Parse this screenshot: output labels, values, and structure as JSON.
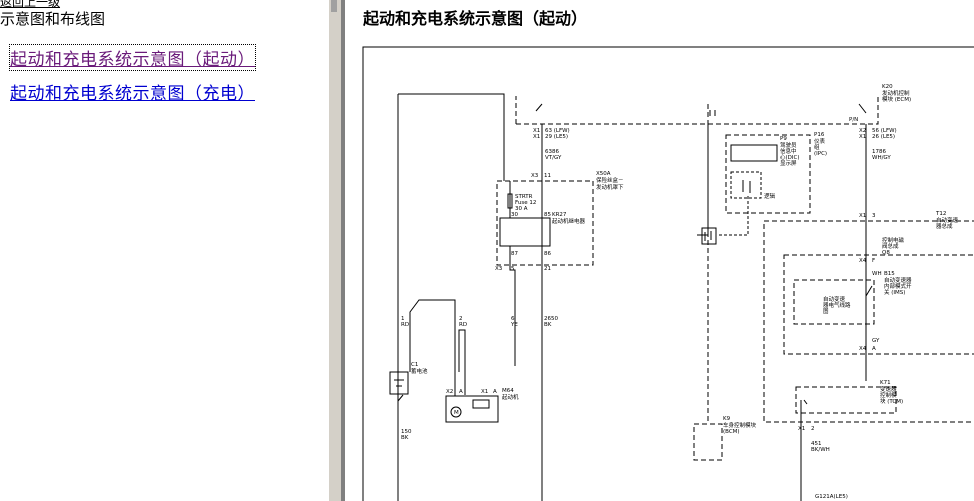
{
  "left_pane": {
    "back_link": "返回上一级",
    "heading": "示意图和布线图",
    "links": [
      {
        "label": "起动和充电系统示意图（起动）"
      },
      {
        "label": "起动和充电系统示意图（充电）"
      }
    ]
  },
  "main": {
    "title": "起动和充电系统示意图（起动）",
    "diagram": {
      "k20": {
        "id": "K20",
        "name1": "发动机控制",
        "name2": "模块 (ECM)"
      },
      "pn": "P/N",
      "left_pins": {
        "x1": "X1",
        "x2": "X1",
        "p1": "63 (LFW)",
        "p2": "29 (LE5)"
      },
      "right_pins": {
        "x1": "X2",
        "x2": "X1",
        "p1": "56 (LFW)",
        "p2": "26 (LE5)"
      },
      "wire_6386": {
        "num": "6386",
        "color": "VT/GY"
      },
      "wire_1786": {
        "num": "1786",
        "color": "WH/GY"
      },
      "x50a": {
        "id": "X50A",
        "name1": "保险丝盒－",
        "name2": "发动机罩下"
      },
      "fuse": {
        "name1": "STRTR",
        "name2": "Fuse 12",
        "name3": "30 A"
      },
      "kr27": {
        "id": "KR27",
        "name": "起动机继电器"
      },
      "pins_x50a": {
        "x3a": "X3",
        "p11": "11",
        "p30": "30",
        "p85": "85",
        "p87": "87",
        "p86": "86",
        "x3b": "X3",
        "p5": "5",
        "p21": "21"
      },
      "p16": {
        "id": "P16",
        "name1": "仪表",
        "name2": "组",
        "name3": "(IPC)"
      },
      "p9": {
        "id": "P9",
        "name1": "驾驶员",
        "name2": "信息中",
        "name3": "心(DIC)",
        "name4": "显示屏"
      },
      "logic": "逻辑",
      "t12": {
        "id": "T12",
        "name1": "自动变速",
        "name2": "器总成"
      },
      "q8": {
        "name1": "控制电磁",
        "name2": "阀总成",
        "id": "Q8"
      },
      "b15": {
        "id": "B15",
        "name1": "自动变速器",
        "name2": "内部模式开",
        "name3": "关 (IMS)"
      },
      "circuit": {
        "name1": "自动变速",
        "name2": "器电气线路",
        "name3": "图"
      },
      "t12_pins": {
        "x1": "X1",
        "p3": "3",
        "x4a": "X4",
        "f": "F",
        "wh": "WH",
        "gy": "GY",
        "x4b": "X4",
        "a": "A"
      },
      "k71": {
        "id": "K71",
        "name1": "变速器",
        "name2": "控制模",
        "name3": "块 (TCM)"
      },
      "k9": {
        "id": "K9",
        "name1": "车身控制模块",
        "name2": "(BCM)"
      },
      "k9_pins": {
        "x1": "X1",
        "p2": "2"
      },
      "wire_451": {
        "num": "451",
        "color": "BK/WH"
      },
      "ground": "G121A(LE5)",
      "c1": {
        "id": "C1",
        "name": "蓄电池"
      },
      "wire_150": {
        "num": "150",
        "color": "BK"
      },
      "wire_1": {
        "num": "1",
        "color": "RD"
      },
      "wire_2": {
        "num": "2",
        "color": "RD"
      },
      "wire_6": {
        "num": "6",
        "color": "YE"
      },
      "wire_2650": {
        "num": "2650",
        "color": "BK"
      },
      "m64": {
        "id": "M64",
        "name": "起动机"
      },
      "m64_pins": {
        "x2": "X2",
        "a1": "A",
        "x1": "X1",
        "a2": "A",
        "m": "M"
      }
    }
  }
}
